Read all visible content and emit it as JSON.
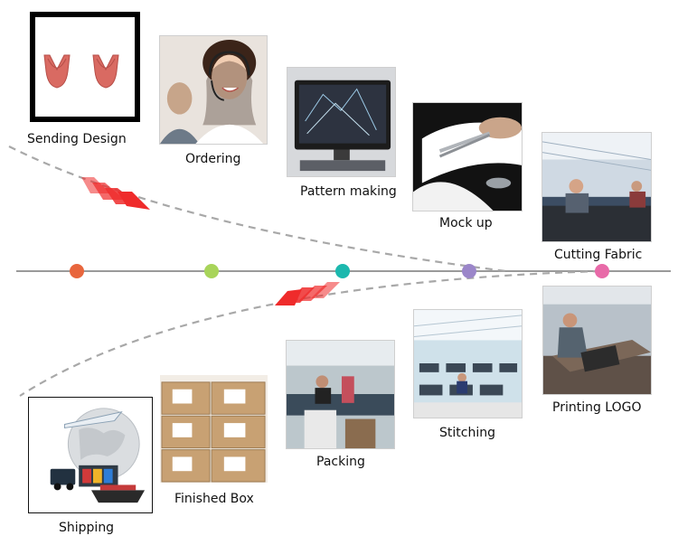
{
  "steps_top": [
    {
      "label": "Sending Design",
      "icon": "sports-bra-design"
    },
    {
      "label": "Ordering",
      "icon": "customer-service-headset"
    },
    {
      "label": "Pattern making",
      "icon": "cad-monitor"
    },
    {
      "label": "Mock up",
      "icon": "scissors-fabric"
    },
    {
      "label": "Cutting Fabric",
      "icon": "cutting-workshop"
    }
  ],
  "steps_bottom": [
    {
      "label": "Printing LOGO",
      "icon": "screen-printing"
    },
    {
      "label": "Stitching",
      "icon": "sewing-floor"
    },
    {
      "label": "Packing",
      "icon": "packing-station"
    },
    {
      "label": "Finished Box",
      "icon": "cardboard-boxes"
    },
    {
      "label": "Shipping",
      "icon": "globe-logistics"
    }
  ],
  "timeline_dots": [
    {
      "color": "#e8663d"
    },
    {
      "color": "#a8d45a"
    },
    {
      "color": "#1cb8ae"
    },
    {
      "color": "#9b86c9"
    },
    {
      "color": "#e86aa8"
    }
  ],
  "colors": {
    "axis": "#9a9a9a",
    "curve": "#a8a8a8",
    "arrow": "#ef2b2b"
  }
}
